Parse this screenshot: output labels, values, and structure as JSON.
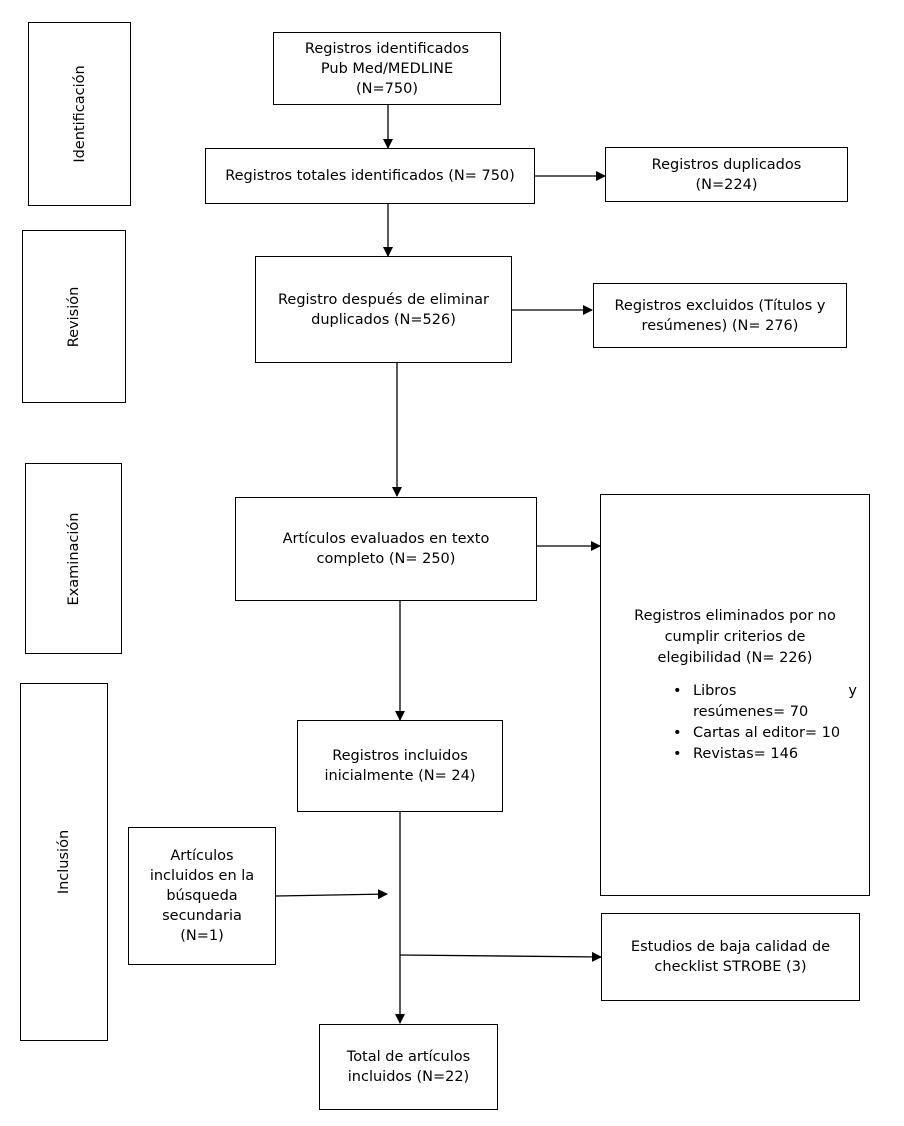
{
  "stages": {
    "identificacion": "Identificación",
    "revision": "Revisión",
    "examinacion": "Examinación",
    "inclusion": "Inclusión"
  },
  "boxes": {
    "identified_db": [
      "Registros identificados",
      "Pub Med/MEDLINE",
      "(N=750)"
    ],
    "total_identified": [
      "Registros totales identificados (N= 750)"
    ],
    "duplicates": [
      "Registros duplicados",
      "(N=224)"
    ],
    "after_dedup": [
      "Registro después de eliminar",
      "duplicados (N=526)"
    ],
    "excluded_titles": [
      "Registros excluidos (Títulos y",
      "resúmenes) (N= 276)"
    ],
    "full_text": [
      "Artículos evaluados en texto",
      "completo (N= 250)"
    ],
    "initially_included": [
      "Registros incluidos",
      "inicialmente (N= 24)"
    ],
    "secondary_search": [
      "Artículos",
      "incluidos en la",
      "búsqueda",
      "secundaria",
      "(N=1)"
    ],
    "low_quality": [
      "Estudios de baja calidad de",
      "checklist STROBE (3)"
    ],
    "total_included": [
      "Total de artículos",
      "incluidos (N=22)"
    ]
  },
  "eligibility": {
    "heading": [
      "Registros eliminados por no",
      "cumplir criterios de",
      "elegibilidad (N= 226)"
    ],
    "items": [
      {
        "word1": "Libros",
        "word2": "y",
        "line2": "resúmenes= 70"
      },
      {
        "text": "Cartas al editor= 10"
      },
      {
        "text": "Revistas= 146"
      }
    ]
  }
}
